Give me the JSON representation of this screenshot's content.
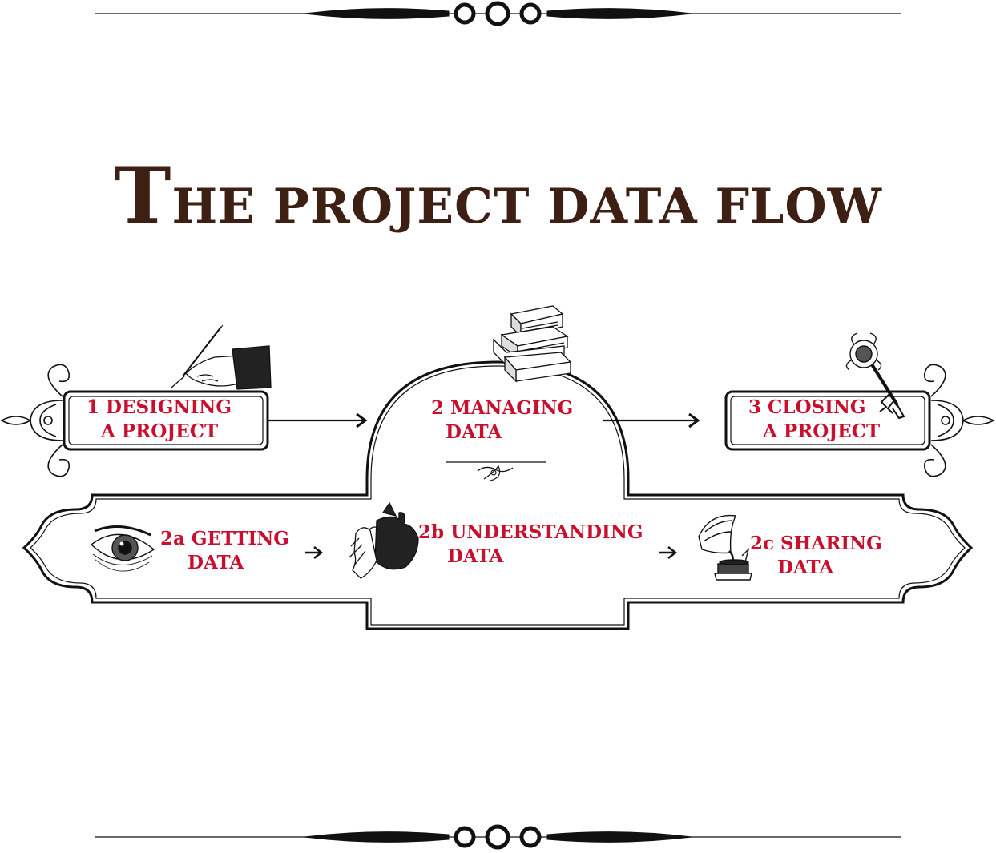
{
  "title": {
    "initial": "T",
    "rest": "HE PROJECT DATA FLOW"
  },
  "colors": {
    "title": "#3e1f14",
    "label": "#c8102e",
    "line": "#111111"
  },
  "steps": {
    "designing": {
      "num": "1",
      "line1": "DESIGNING",
      "line2": "A PROJECT",
      "icon": "quill-hand-icon"
    },
    "managing": {
      "num": "2",
      "line1": "MANAGING",
      "line2": "DATA",
      "icon": "book-stack-icon"
    },
    "closing": {
      "num": "3",
      "line1": "CLOSING",
      "line2": "A PROJECT",
      "icon": "ornate-key-icon"
    },
    "getting": {
      "num": "2a",
      "line1": "GETTING",
      "line2": "DATA",
      "icon": "eye-icon"
    },
    "understanding": {
      "num": "2b",
      "line1": "UNDERSTANDING",
      "line2": "DATA",
      "icon": "shadow-rabbit-hands-icon"
    },
    "sharing": {
      "num": "2c",
      "line1": "SHARING",
      "line2": "DATA",
      "icon": "gramophone-icon"
    }
  }
}
